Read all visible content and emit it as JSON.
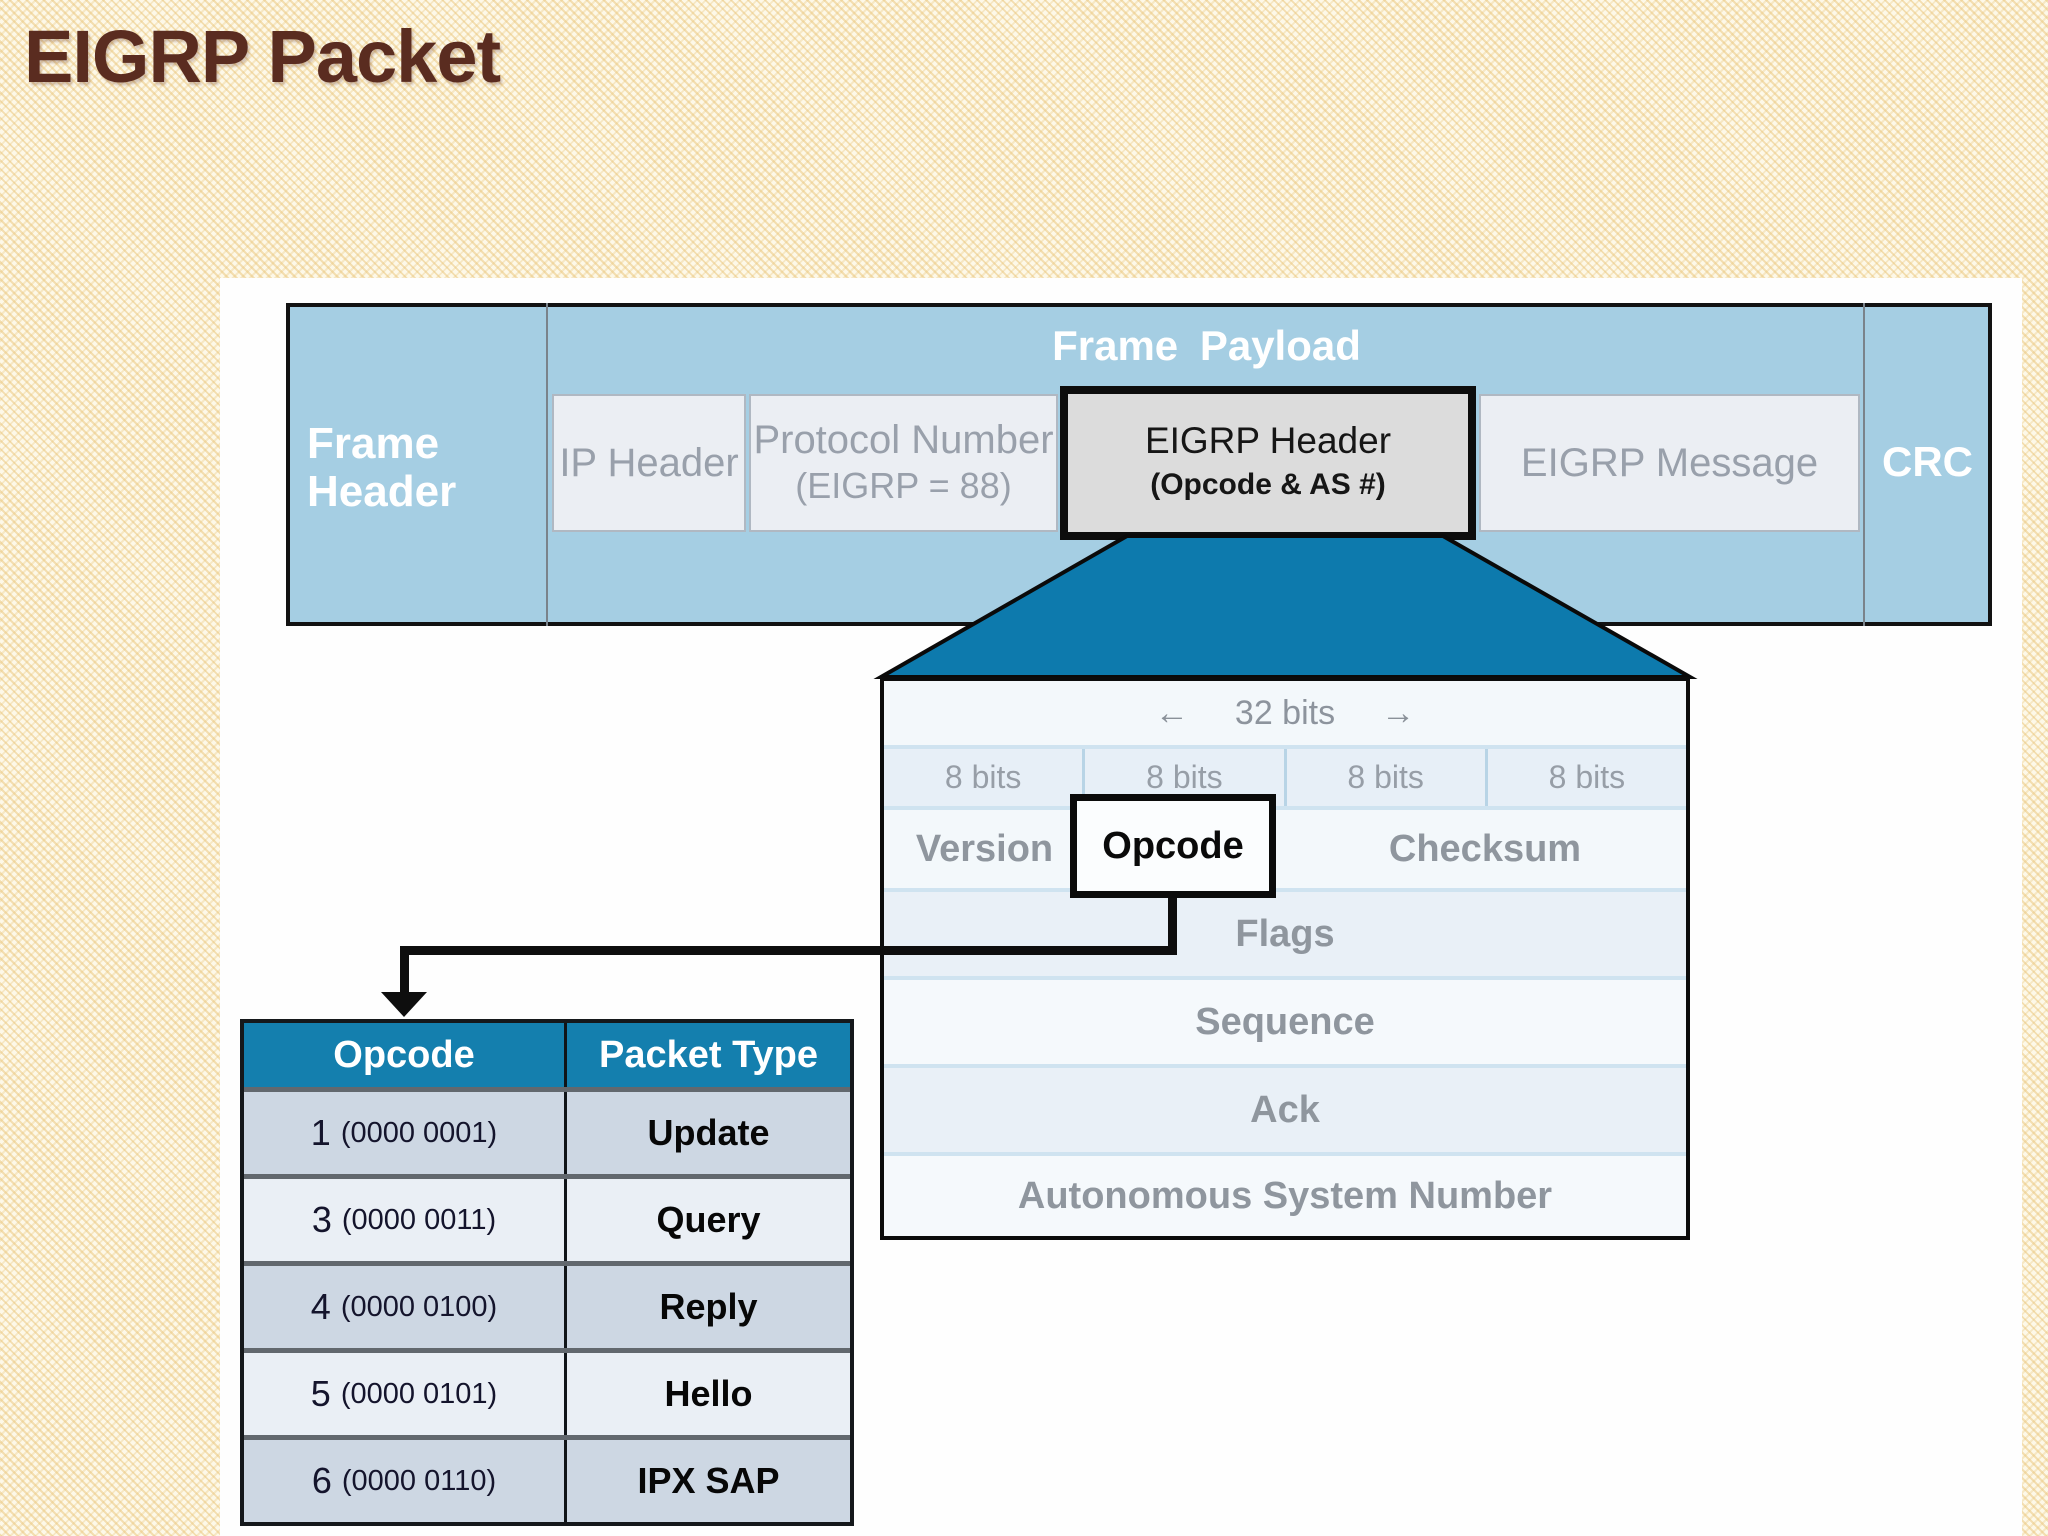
{
  "title": "EIGRP Packet",
  "colors": {
    "title_brown": "#5a2c20",
    "panel_blue": "#a5cee3",
    "funnel_blue": "#0d7aad",
    "table_header_blue": "#147fae",
    "row_dark": "#cdd7e3",
    "row_light": "#eaeff5",
    "cell_gray_text": "#99a0ab",
    "detail_text_gray": "#8f969e"
  },
  "frame_table": {
    "frame_header_line1": "Frame",
    "frame_header_line2": "Header",
    "payload_title": "Frame Payload",
    "crc": "CRC",
    "cells": {
      "ip_header": "IP Header",
      "protocol_line1": "Protocol Number",
      "protocol_line2": "(EIGRP = 88)",
      "eigrp_line1": "EIGRP Header",
      "eigrp_line2": "(Opcode & AS #)",
      "message": "EIGRP Message"
    }
  },
  "header_detail": {
    "width_label": "32 bits",
    "bit_labels": [
      "8 bits",
      "8 bits",
      "8 bits",
      "8 bits"
    ],
    "fields_row": [
      "Version",
      "Opcode",
      "Checksum"
    ],
    "rows": [
      "Flags",
      "Sequence",
      "Ack",
      "Autonomous System Number"
    ]
  },
  "icons": {
    "left_arrow": "←",
    "right_arrow": "→"
  },
  "opcode_table": {
    "headers": [
      "Opcode",
      "Packet Type"
    ],
    "rows": [
      {
        "code": "1",
        "binary": "(0000 0001)",
        "type": "Update"
      },
      {
        "code": "3",
        "binary": "(0000 0011)",
        "type": "Query"
      },
      {
        "code": "4",
        "binary": "(0000 0100)",
        "type": "Reply"
      },
      {
        "code": "5",
        "binary": "(0000 0101)",
        "type": "Hello"
      },
      {
        "code": "6",
        "binary": "(0000 0110)",
        "type": "IPX SAP"
      }
    ]
  }
}
